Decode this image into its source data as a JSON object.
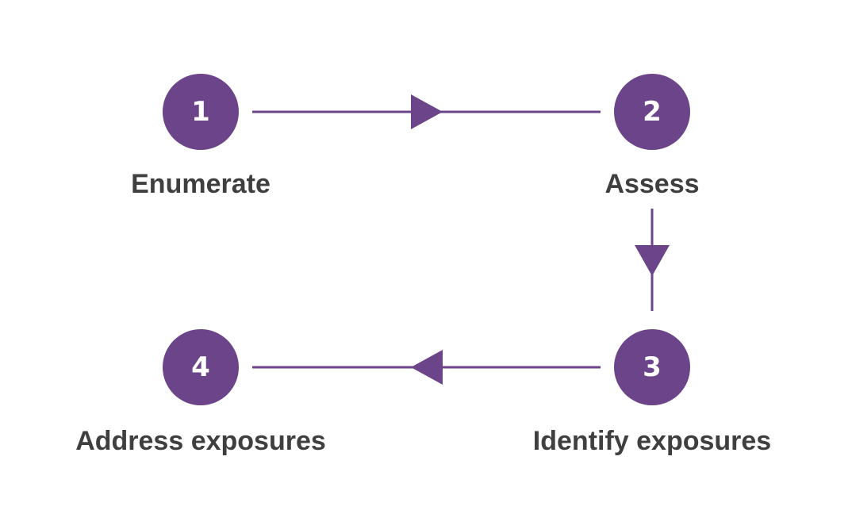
{
  "colors": {
    "accent": "#6b4489",
    "label_text": "#3f3f3f",
    "background": "#ffffff"
  },
  "steps": [
    {
      "number": "1",
      "label": "Enumerate"
    },
    {
      "number": "2",
      "label": "Assess"
    },
    {
      "number": "3",
      "label": "Identify exposures"
    },
    {
      "number": "4",
      "label": "Address exposures"
    }
  ]
}
